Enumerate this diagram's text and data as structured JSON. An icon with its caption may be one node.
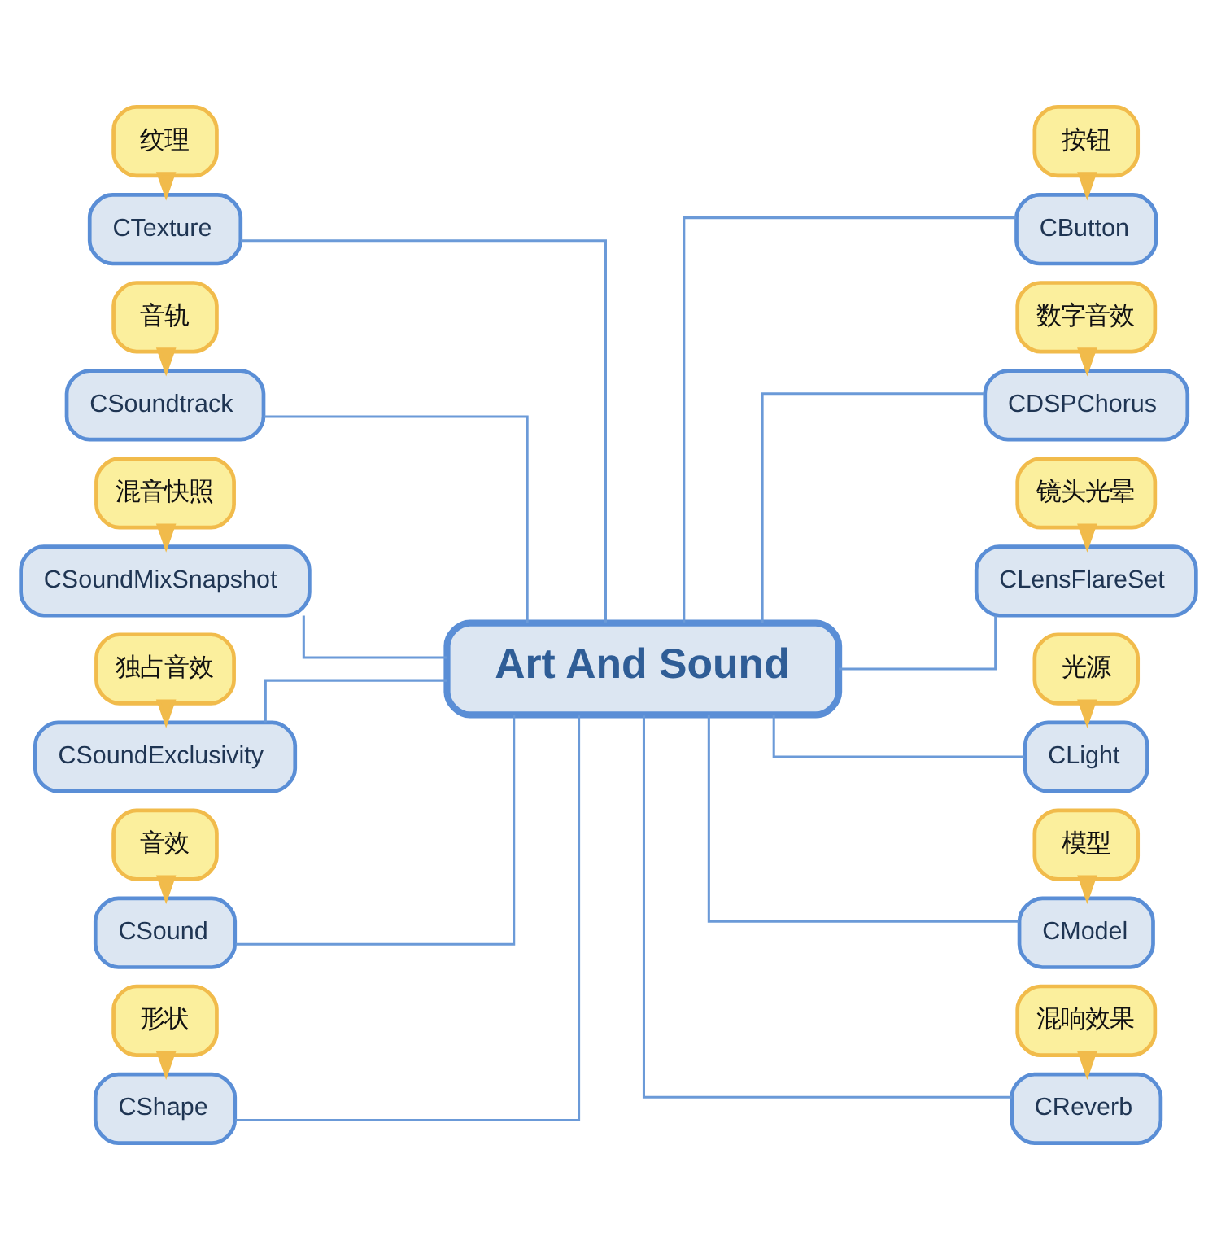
{
  "diagram": {
    "nodes": [
      {
        "text": [
          "Art And Sound"
        ]
      },
      {
        "text": [
          "纹理"
        ]
      },
      {
        "text": [
          "CTexture"
        ]
      },
      {
        "text": [
          "音轨"
        ]
      },
      {
        "text": [
          "CSoundtrack"
        ]
      },
      {
        "text": [
          "混音快照"
        ]
      },
      {
        "text": [
          "CSoundMixSnapshot"
        ]
      },
      {
        "text": [
          "独占音效"
        ]
      },
      {
        "text": [
          "CSoundExclusivity"
        ]
      },
      {
        "text": [
          "音效"
        ]
      },
      {
        "text": [
          "CSound"
        ]
      },
      {
        "text": [
          "形状"
        ]
      },
      {
        "text": [
          "CShape"
        ]
      },
      {
        "text": [
          "按钮"
        ]
      },
      {
        "text": [
          "CButton"
        ]
      },
      {
        "text": [
          "数字音效"
        ]
      },
      {
        "text": [
          "CDSPChorus"
        ]
      },
      {
        "text": [
          "镜头光晕"
        ]
      },
      {
        "text": [
          "CLensFlareSet"
        ]
      },
      {
        "text": [
          "光源"
        ]
      },
      {
        "text": [
          "CLight"
        ]
      },
      {
        "text": [
          "模型"
        ]
      },
      {
        "text": [
          "CModel"
        ]
      },
      {
        "text": [
          "混响效果"
        ]
      },
      {
        "text": [
          "CReverb"
        ]
      }
    ],
    "edges": [
      {
        "from": 2,
        "to": 0,
        "arrow": "none"
      },
      {
        "from": 4,
        "to": 0,
        "arrow": "none"
      },
      {
        "from": 6,
        "to": 0,
        "arrow": "none"
      },
      {
        "from": 8,
        "to": 0,
        "arrow": "none"
      },
      {
        "from": 10,
        "to": 0,
        "arrow": "none"
      },
      {
        "from": 12,
        "to": 0,
        "arrow": "none"
      },
      {
        "from": 0,
        "to": 14,
        "arrow": "none"
      },
      {
        "from": 0,
        "to": 16,
        "arrow": "none"
      },
      {
        "from": 0,
        "to": 18,
        "arrow": "none"
      },
      {
        "from": 0,
        "to": 20,
        "arrow": "none"
      },
      {
        "from": 0,
        "to": 22,
        "arrow": "none"
      },
      {
        "from": 0,
        "to": 24,
        "arrow": "none"
      },
      {
        "from": 1,
        "to": 2,
        "arrow": "to",
        "color": "#f1bb4b"
      },
      {
        "from": 3,
        "to": 4,
        "arrow": "to",
        "color": "#f1bb4b"
      },
      {
        "from": 5,
        "to": 6,
        "arrow": "to",
        "color": "#f1bb4b"
      },
      {
        "from": 7,
        "to": 8,
        "arrow": "to",
        "color": "#f1bb4b"
      },
      {
        "from": 9,
        "to": 10,
        "arrow": "to",
        "color": "#f1bb4b"
      },
      {
        "from": 11,
        "to": 12,
        "arrow": "to",
        "color": "#f1bb4b"
      },
      {
        "from": 13,
        "to": 14,
        "arrow": "to",
        "color": "#f1bb4b"
      },
      {
        "from": 15,
        "to": 16,
        "arrow": "to",
        "color": "#f1bb4b"
      },
      {
        "from": 17,
        "to": 18,
        "arrow": "to",
        "color": "#f1bb4b"
      },
      {
        "from": 19,
        "to": 20,
        "arrow": "to",
        "color": "#f1bb4b"
      },
      {
        "from": 21,
        "to": 22,
        "arrow": "to",
        "color": "#f1bb4b"
      },
      {
        "from": 23,
        "to": 24,
        "arrow": "to",
        "color": "#f1bb4b"
      }
    ]
  }
}
